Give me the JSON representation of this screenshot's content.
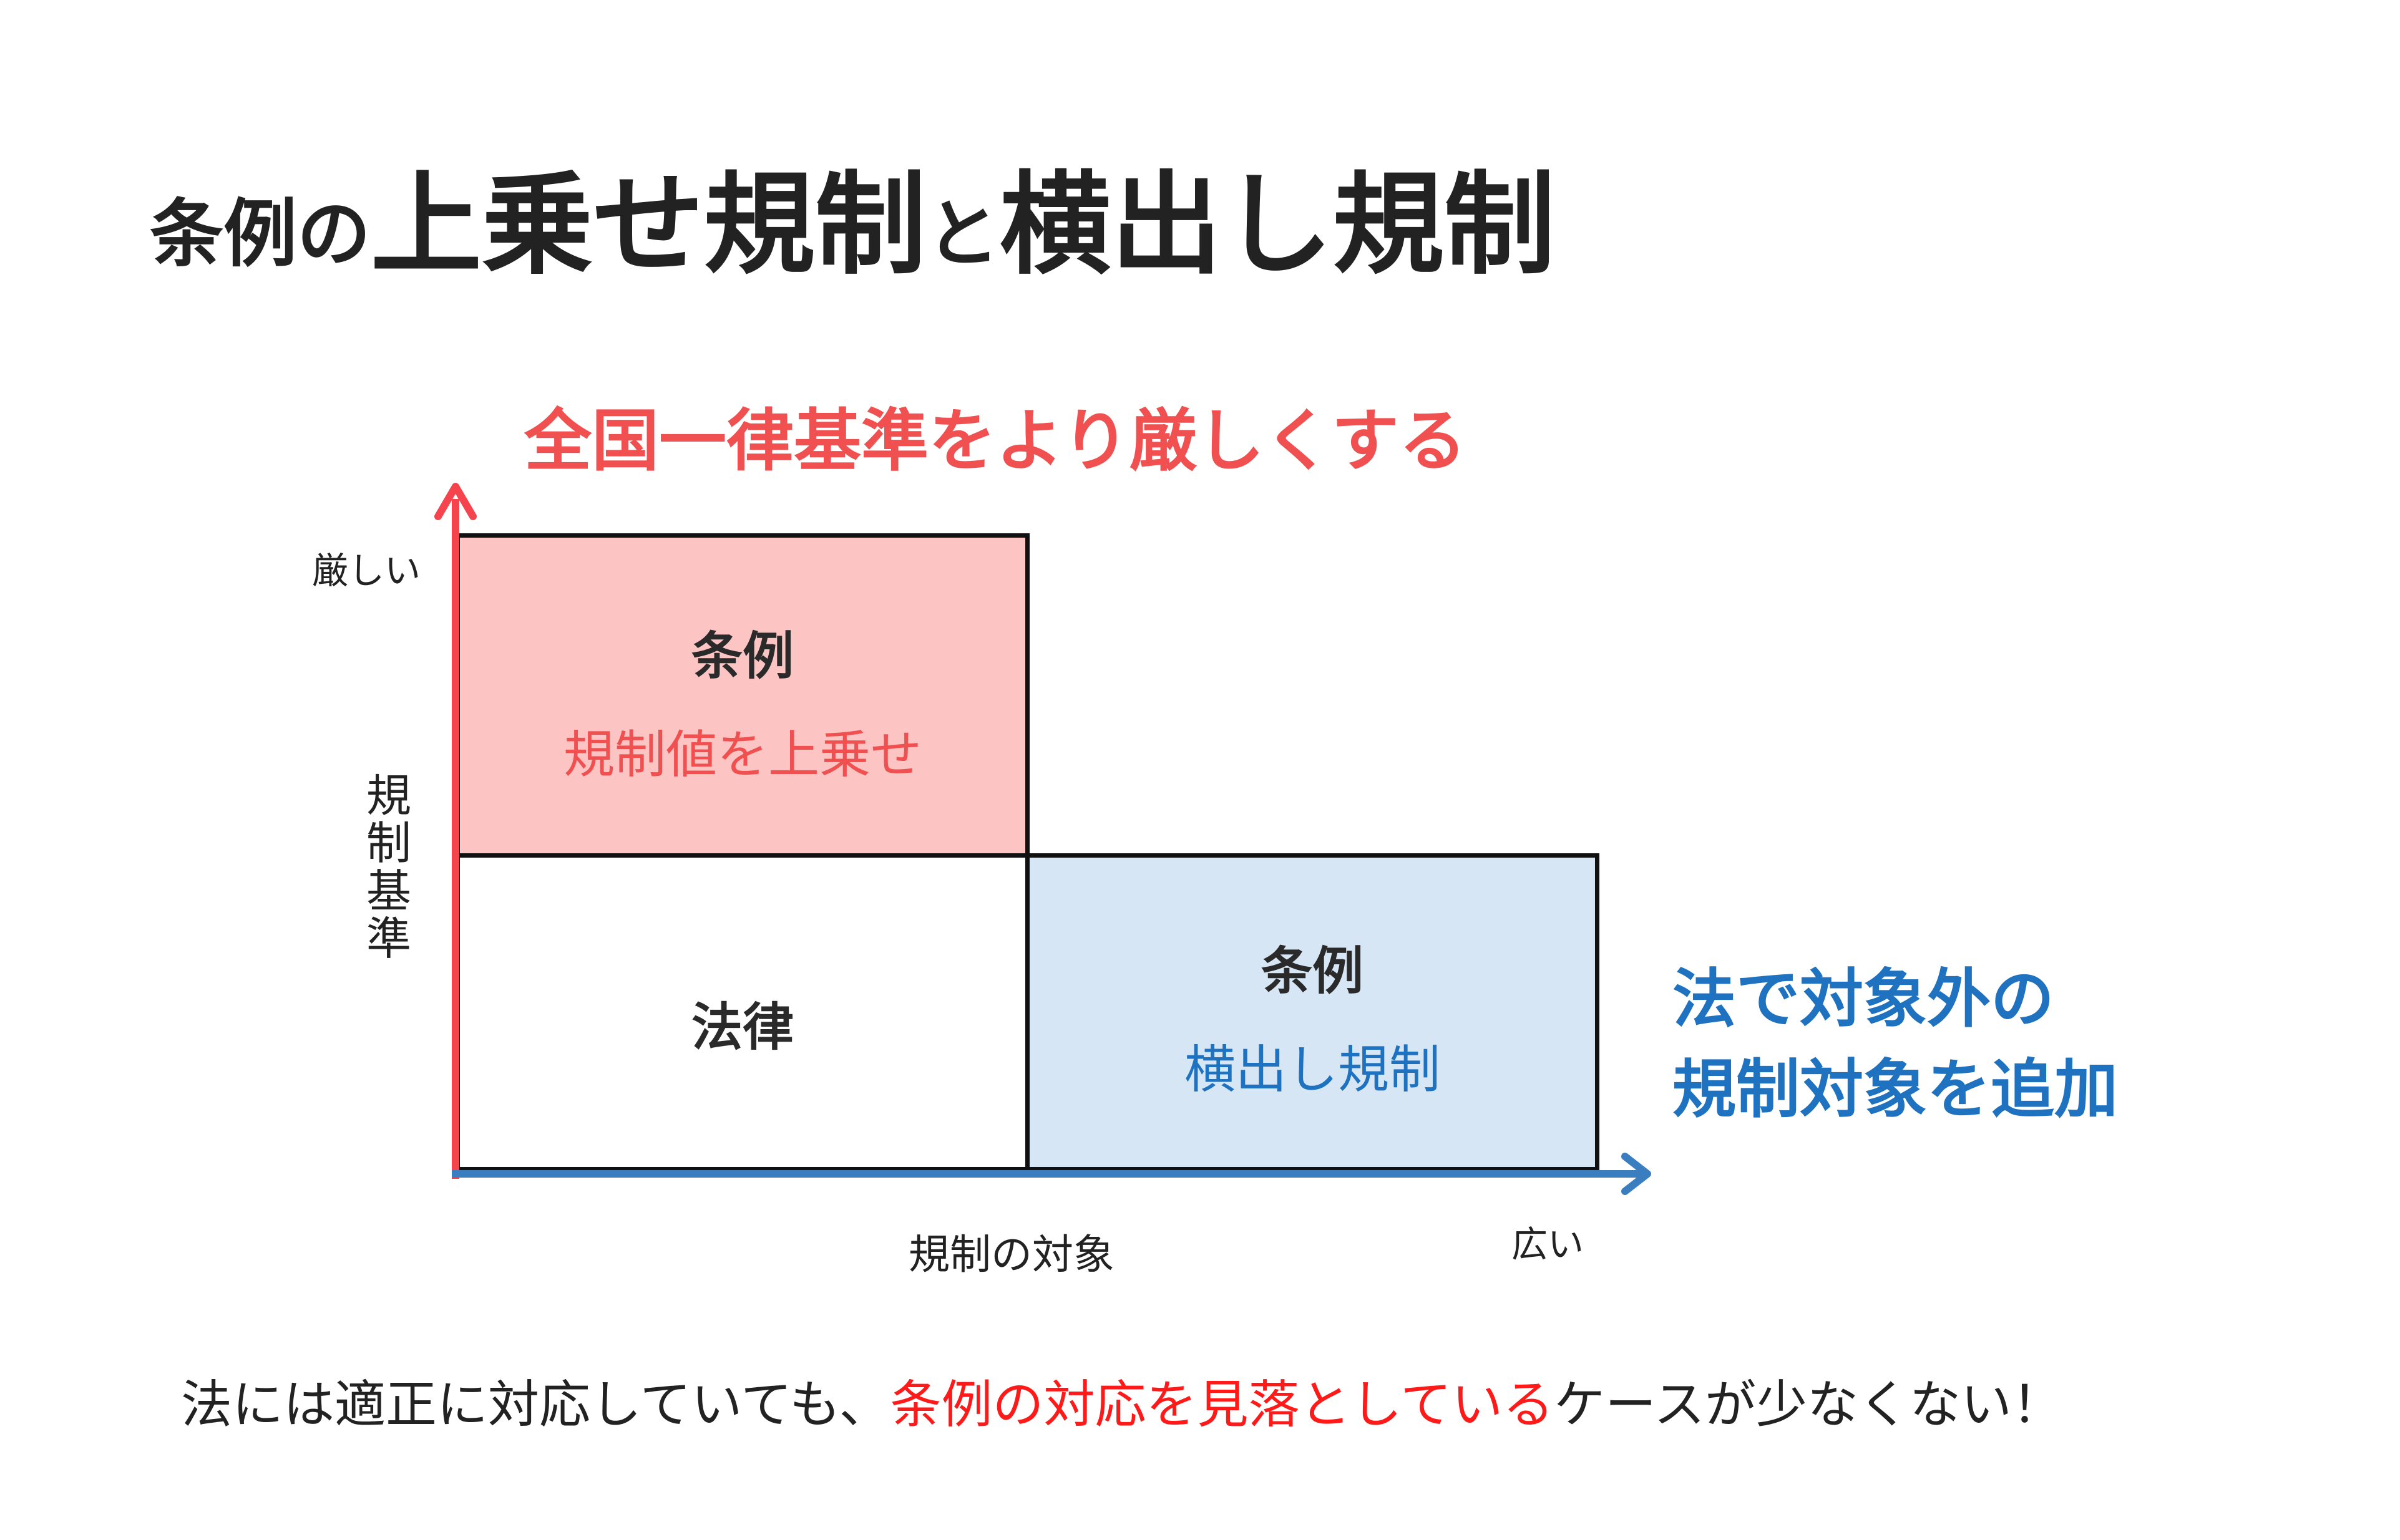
{
  "title": {
    "part1": "条例",
    "part2": "の",
    "part3": "上乗せ規制",
    "part4": "と",
    "part5": "横出し規制"
  },
  "red_heading": "全国一律基準をより厳しくする",
  "axes": {
    "y_top_label": "厳しい",
    "y_axis_title": [
      "規",
      "制",
      "基",
      "準"
    ],
    "x_axis_title": "規制の対象",
    "x_right_label": "広い"
  },
  "boxes": {
    "upper": {
      "title": "条例",
      "subtitle": "規制値を上乗せ"
    },
    "base": {
      "title": "法律"
    },
    "side": {
      "title": "条例",
      "subtitle": "横出し規制"
    }
  },
  "blue_note": {
    "line1": "法で対象外の",
    "line2": "規制対象を追加"
  },
  "footer": {
    "before": "法には適正に対応していても、",
    "highlight": "条例の対応を見落としている",
    "after": "ケースが少なくない！"
  },
  "colors": {
    "red_accent": "#f05050",
    "y_axis": "#f5444e",
    "x_axis": "#3a7ebf",
    "blue_text": "#1f72c0",
    "pink_fill": "#fdc4c4",
    "blue_fill": "#d6e6f5"
  }
}
